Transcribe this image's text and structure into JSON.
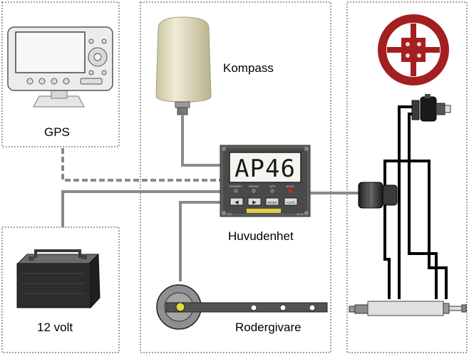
{
  "labels": {
    "gps": "GPS",
    "compass": "Kompass",
    "main_unit": "Huvudenhet",
    "battery": "12 volt",
    "rudder_sensor": "Rodergivare"
  },
  "display": {
    "lcd_text": "AP46",
    "indicators": [
      "STANDBY",
      "PARAM",
      "GPS",
      "AUTO"
    ],
    "buttons": [
      "◀",
      "▶",
      "MODE",
      "AUTO"
    ],
    "footer_left": "TRC",
    "footer_right": "AP46"
  },
  "colors": {
    "wheel": "#a31f21",
    "compass_dome": "#e3dfc2",
    "cable_gray": "#8a8a8a",
    "hydraulic_black": "#000000",
    "battery_body": "#2b2b2b"
  }
}
